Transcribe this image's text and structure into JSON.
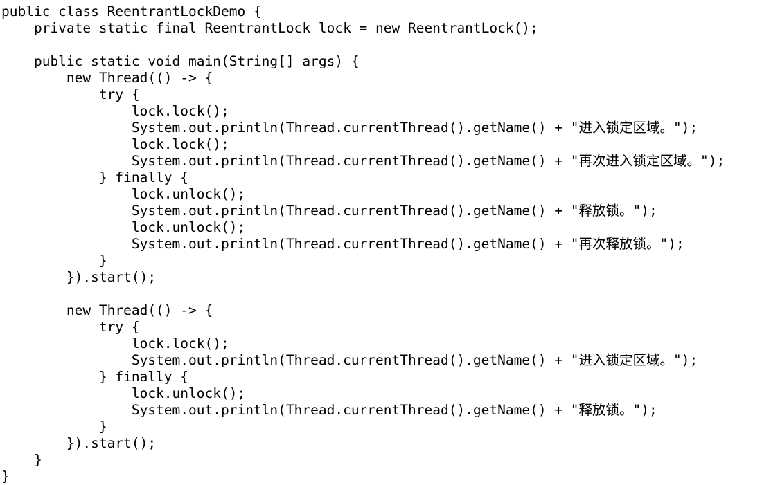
{
  "editor": {
    "lines": [
      "public class ReentrantLockDemo {",
      "    private static final ReentrantLock lock = new ReentrantLock();",
      "",
      "    public static void main(String[] args) {",
      "        new Thread(() -> {",
      "            try {",
      "                lock.lock();",
      "                System.out.println(Thread.currentThread().getName() + \"进入锁定区域。\");",
      "                lock.lock();",
      "                System.out.println(Thread.currentThread().getName() + \"再次进入锁定区域。\");",
      "            } finally {",
      "                lock.unlock();",
      "                System.out.println(Thread.currentThread().getName() + \"释放锁。\");",
      "                lock.unlock();",
      "                System.out.println(Thread.currentThread().getName() + \"再次释放锁。\");",
      "            }",
      "        }).start();",
      "",
      "        new Thread(() -> {",
      "            try {",
      "                lock.lock();",
      "                System.out.println(Thread.currentThread().getName() + \"进入锁定区域。\");",
      "            } finally {",
      "                lock.unlock();",
      "                System.out.println(Thread.currentThread().getName() + \"释放锁。\");",
      "            }",
      "        }).start();",
      "    }",
      "}"
    ]
  }
}
